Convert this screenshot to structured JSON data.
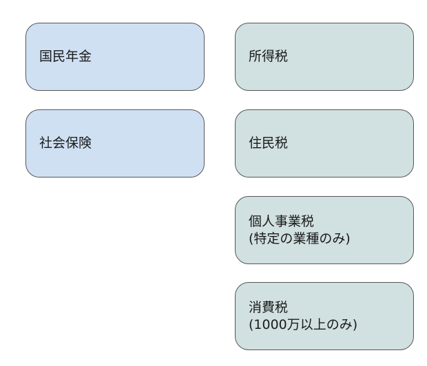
{
  "left_column": [
    {
      "label": "国民年金",
      "color": "#cfe0f3"
    },
    {
      "label": "社会保険",
      "color": "#cfe0f3"
    }
  ],
  "right_column": [
    {
      "label": "所得税",
      "color": "#d1e0e0"
    },
    {
      "label": "住民税",
      "color": "#d1e0e0"
    },
    {
      "label": "個人事業税\n(特定の業種のみ)",
      "color": "#d1e0e0"
    },
    {
      "label": "消費税\n(1000万以上のみ)",
      "color": "#d1e0e0"
    }
  ]
}
